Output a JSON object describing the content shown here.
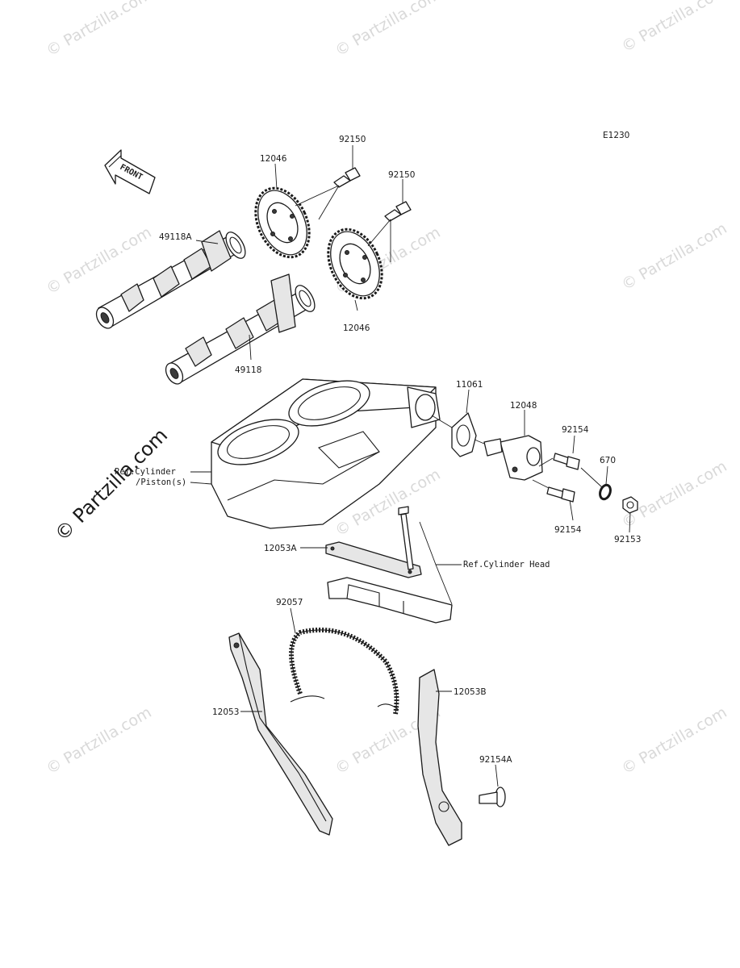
{
  "diagram_code": "E1230",
  "front_arrow_label": "FRONT",
  "watermark_text": "© Partzilla.com",
  "part_labels": {
    "p92150_a": "92150",
    "p92150_b": "92150",
    "p12046_top": "12046",
    "p12046_bottom": "12046",
    "p49118A": "49118A",
    "p49118": "49118",
    "p11061": "11061",
    "p12048": "12048",
    "p92154_top": "92154",
    "p92154_bottom": "92154",
    "p670": "670",
    "p92153": "92153",
    "p12053A": "12053A",
    "p92057": "92057",
    "p12053": "12053",
    "p12053B": "12053B",
    "p92154A": "92154A"
  },
  "ref_labels": {
    "cylinder_line1": "Ref.Cylinder",
    "cylinder_line2": "/Piston(s)",
    "cylinder_head": "Ref.Cylinder Head"
  },
  "colors": {
    "line": "#1a1a1a",
    "watermark": "#d9d9d9",
    "background": "#ffffff"
  }
}
